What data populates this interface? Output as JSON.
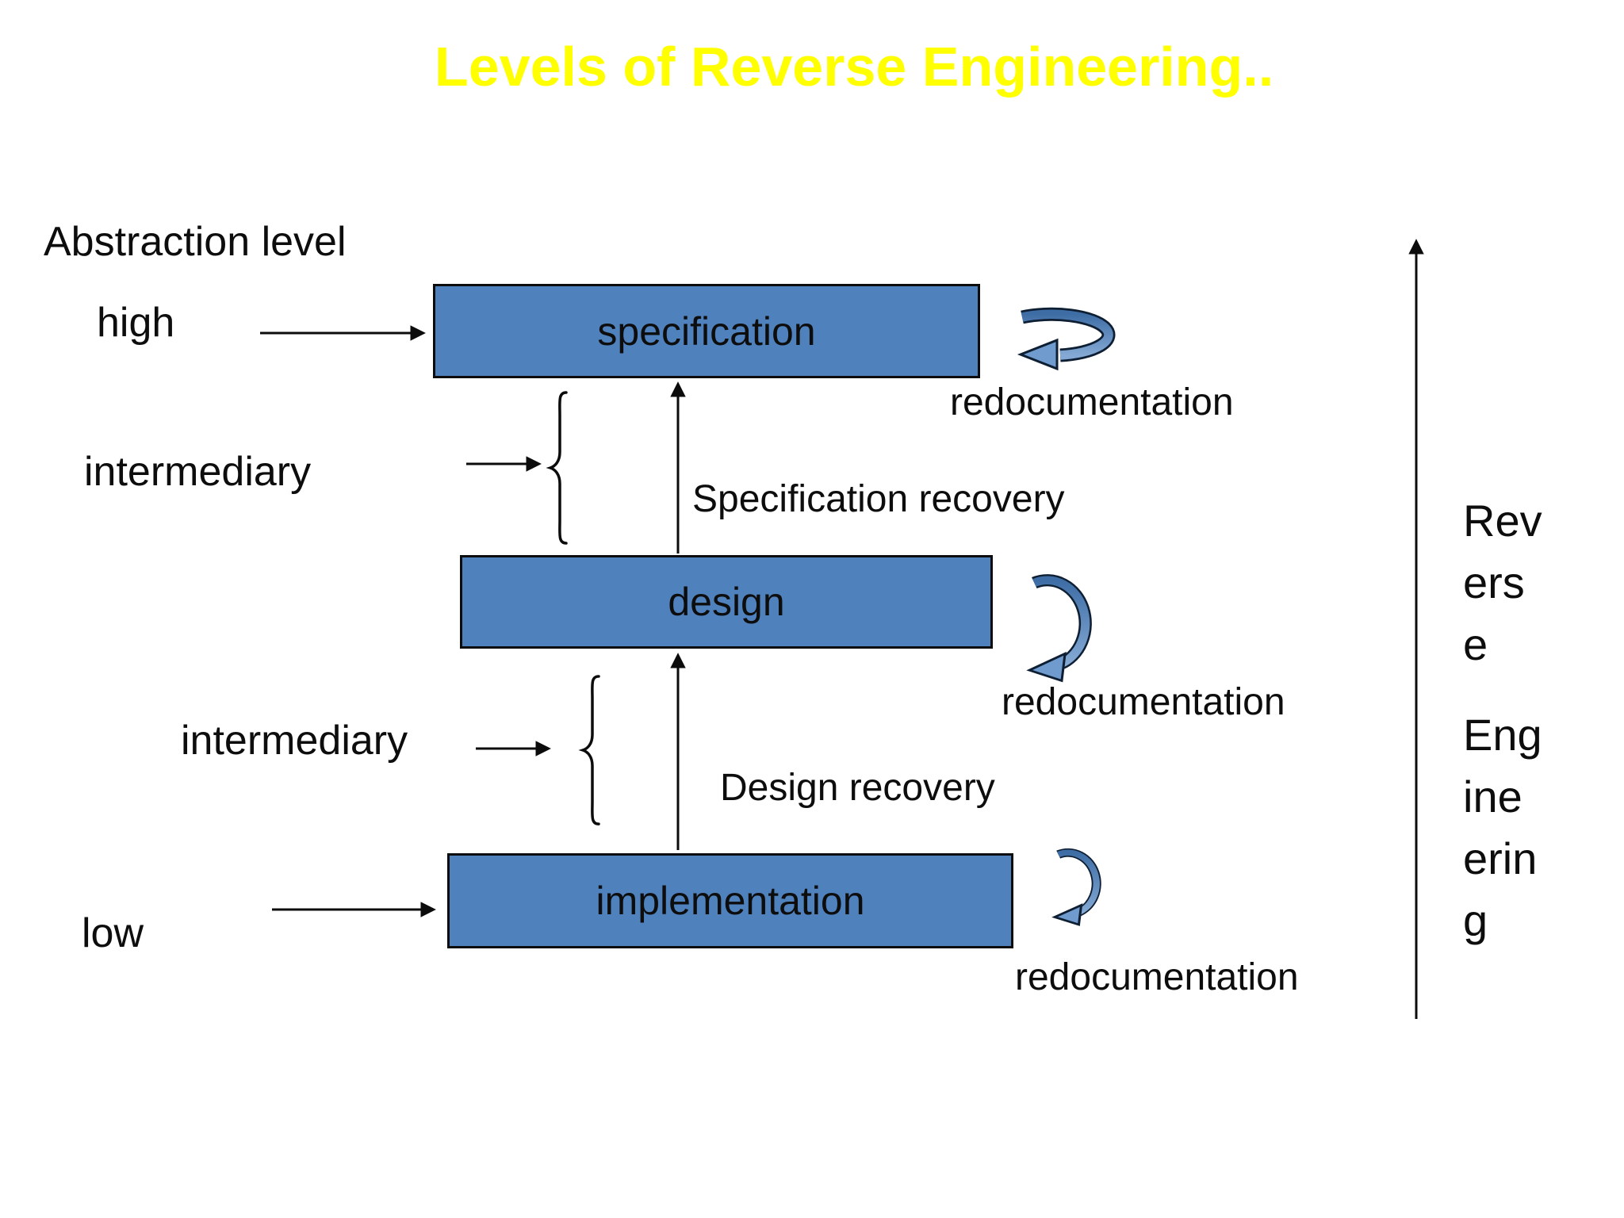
{
  "title": "Levels of Reverse Engineering..",
  "colors": {
    "title": "#FFFF00",
    "box_fill": "#4F81BD",
    "box_border": "#0C0C0C",
    "arrow_stroke": "#0C0C0C",
    "loop_arrow_dark": "#3E6DA5",
    "loop_arrow_light": "#84A9D4",
    "background": "#FFFFFF",
    "text": "#0D0D0D"
  },
  "left_labels": {
    "abstraction_level": "Abstraction level",
    "high": "high",
    "intermediary_top": "intermediary",
    "intermediary_bottom": "intermediary",
    "low": "low"
  },
  "boxes": [
    {
      "id": "specification",
      "label": "specification"
    },
    {
      "id": "design",
      "label": "design"
    },
    {
      "id": "implementation",
      "label": "implementation"
    }
  ],
  "annotations": {
    "redocumentation": [
      "redocumentation",
      "redocumentation",
      "redocumentation"
    ],
    "specification_recovery": "Specification recovery",
    "design_recovery": "Design recovery"
  },
  "right_axis": {
    "lines": [
      "Rev",
      "ers",
      "e",
      "Eng",
      "ine",
      "erin",
      "g"
    ]
  },
  "icons": {
    "loop_arrow": "curved-loop-arrow",
    "straight_arrow": "line-arrow",
    "brace": "curly-brace"
  }
}
